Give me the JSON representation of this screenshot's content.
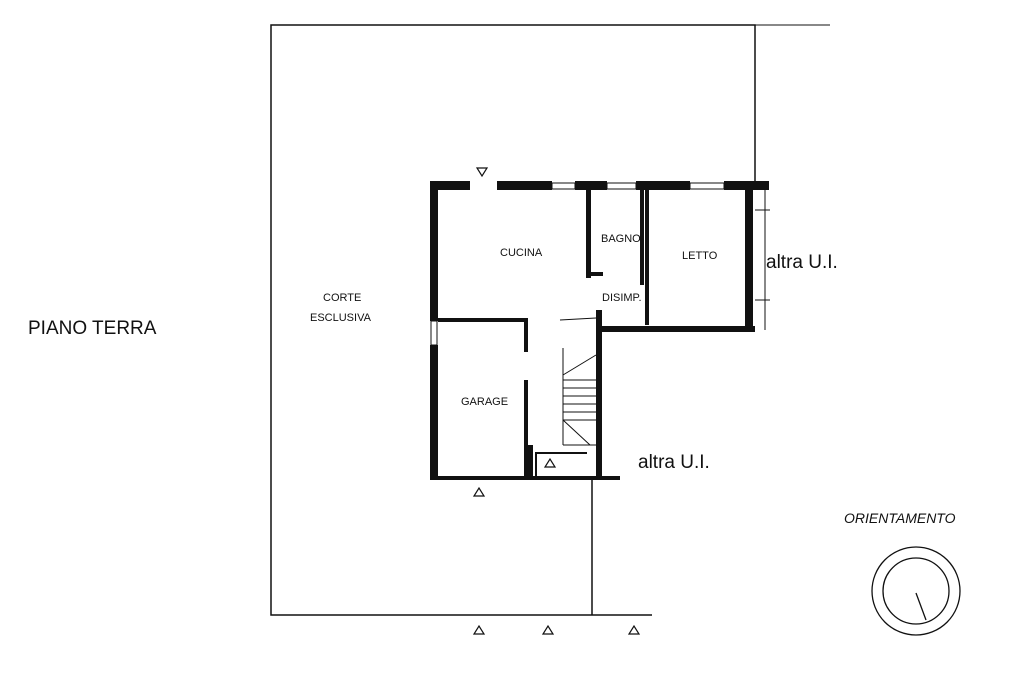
{
  "plan": {
    "floor_title": "PIANO TERRA",
    "court_label_1": "CORTE",
    "court_label_2": "ESCLUSIVA",
    "rooms": {
      "kitchen": "CUCINA",
      "bathroom": "BAGNO",
      "bedroom": "LETTO",
      "hallway": "DISIMP.",
      "garage": "GARAGE"
    },
    "other_unit_1": "altra U.I.",
    "other_unit_2": "altra U.I.",
    "orientation_label": "ORIENTAMENTO"
  }
}
